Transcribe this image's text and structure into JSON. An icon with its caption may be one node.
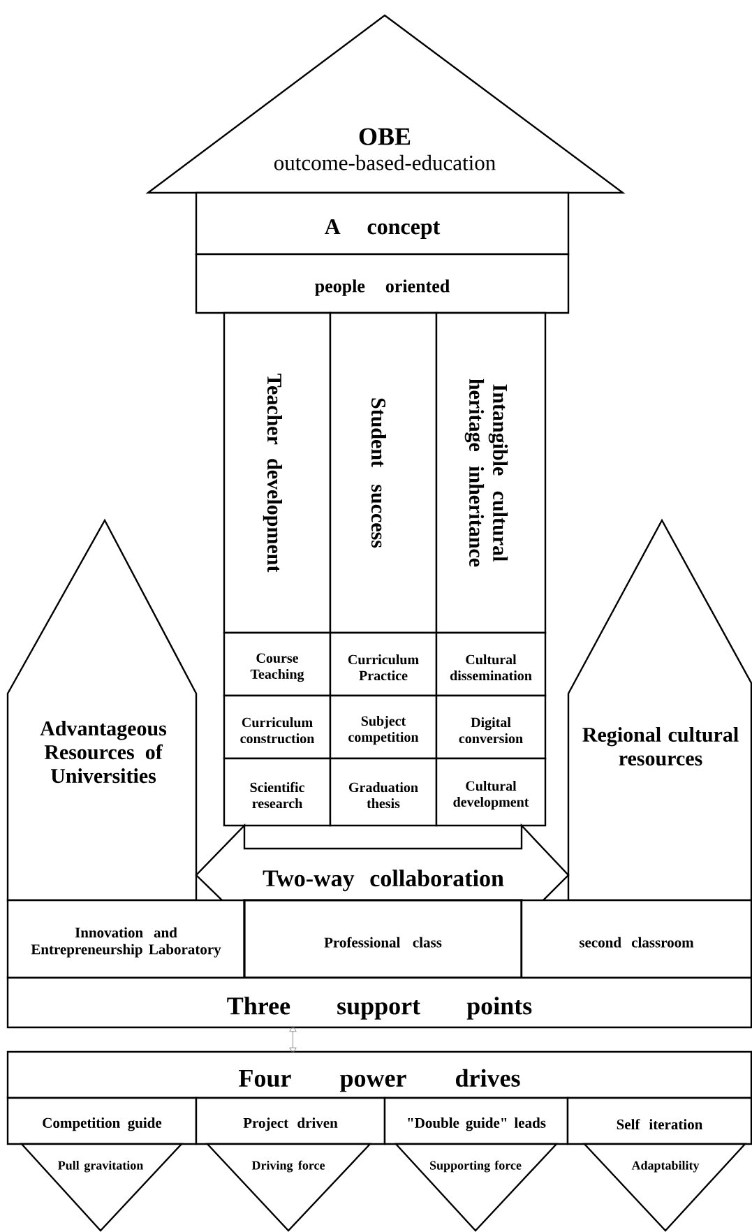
{
  "diagram": {
    "nodes": [
      {
        "text": [
          "OBE",
          "outcome-based-education"
        ]
      },
      {
        "text": [
          "A concept"
        ]
      },
      {
        "text": [
          "people oriented"
        ]
      },
      {
        "text": [
          "Teacher development"
        ]
      },
      {
        "text": [
          "Student success"
        ]
      },
      {
        "text": [
          "Intangible cultural heritage inheritance"
        ]
      },
      {
        "text": [
          "Course Teaching"
        ]
      },
      {
        "text": [
          "Curriculum Practice"
        ]
      },
      {
        "text": [
          "Cultural dissemination"
        ]
      },
      {
        "text": [
          "Curriculum construction"
        ]
      },
      {
        "text": [
          "Subject competition"
        ]
      },
      {
        "text": [
          "Digital conversion"
        ]
      },
      {
        "text": [
          "Scientific research"
        ]
      },
      {
        "text": [
          "Graduation thesis"
        ]
      },
      {
        "text": [
          "Cultural development"
        ]
      },
      {
        "text": [
          "Advantageous Resources of Universities"
        ]
      },
      {
        "text": [
          "Regional cultural resources"
        ]
      },
      {
        "text": [
          "Two-way collaboration"
        ]
      },
      {
        "text": [
          "Innovation and Entrepreneurship Laboratory"
        ]
      },
      {
        "text": [
          "Professional class"
        ]
      },
      {
        "text": [
          "second classroom"
        ]
      },
      {
        "text": [
          "Three support points"
        ]
      },
      {
        "text": [
          "Four power drives"
        ]
      },
      {
        "text": [
          "Competition guide"
        ]
      },
      {
        "text": [
          "Project driven"
        ]
      },
      {
        "text": [
          "\"Double guide\" leads"
        ]
      },
      {
        "text": [
          "Self iteration"
        ]
      },
      {
        "text": [
          "Pull gravitation"
        ]
      },
      {
        "text": [
          "Driving force"
        ]
      },
      {
        "text": [
          "Supporting force"
        ]
      },
      {
        "text": [
          "Adaptability"
        ]
      }
    ],
    "edges": [
      {
        "from": 21,
        "to": 22,
        "arrow": "both"
      }
    ]
  }
}
